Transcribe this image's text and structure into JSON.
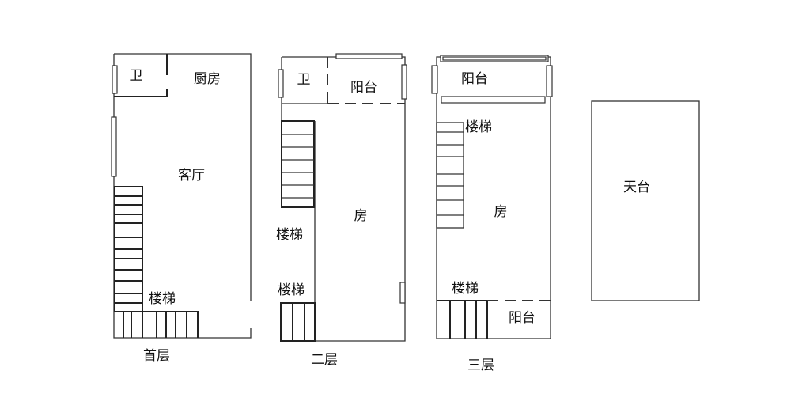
{
  "floors": [
    {
      "name": "首层",
      "rooms": {
        "bathroom": "卫",
        "kitchen": "厨房",
        "living_room": "客厅",
        "stairs": "楼梯"
      }
    },
    {
      "name": "二层",
      "rooms": {
        "bathroom": "卫",
        "balcony": "阳台",
        "room": "房",
        "stairs_upper": "楼梯",
        "stairs_lower": "楼梯"
      }
    },
    {
      "name": "三层",
      "rooms": {
        "balcony_top": "阳台",
        "stairs_upper": "楼梯",
        "room": "房",
        "stairs_lower": "楼梯",
        "balcony_bottom": "阳台"
      }
    }
  ],
  "rooftop": {
    "label": "天台"
  }
}
